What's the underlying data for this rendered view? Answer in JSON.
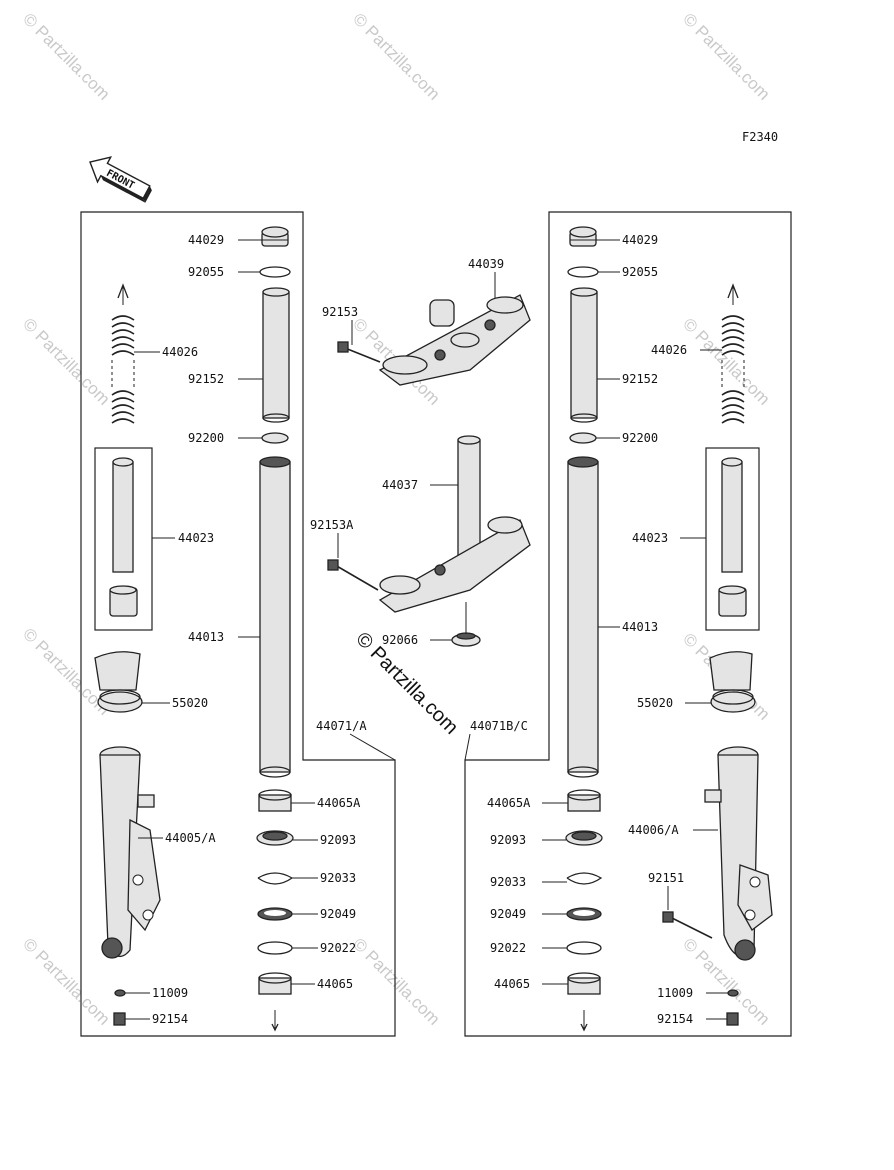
{
  "figure_code": "F2340",
  "front_arrow_label": "FRONT",
  "watermark": "© Partzilla.com",
  "center_watermark": "© Partzilla.com",
  "labels": {
    "l_44029": "44029",
    "l_92055": "92055",
    "l_44026": "44026",
    "l_92152": "92152",
    "l_92200": "92200",
    "l_44023": "44023",
    "l_44013": "44013",
    "l_55020": "55020",
    "l_44005": "44005/A",
    "l_11009": "11009",
    "l_92154": "92154",
    "l_44071": "44071/A",
    "l_44065A": "44065A",
    "l_92093": "92093",
    "l_92033": "92033",
    "l_92049": "92049",
    "l_92022": "92022",
    "l_44065": "44065",
    "c_92153": "92153",
    "c_44039": "44039",
    "c_44037": "44037",
    "c_92153A": "92153A",
    "c_92066": "92066",
    "r_44029": "44029",
    "r_92055": "92055",
    "r_44026": "44026",
    "r_92152": "92152",
    "r_92200": "92200",
    "r_44023": "44023",
    "r_44013": "44013",
    "r_55020": "55020",
    "r_44006": "44006/A",
    "r_92151": "92151",
    "r_11009": "11009",
    "r_92154": "92154",
    "r_44071B": "44071B/C",
    "r_44065A": "44065A",
    "r_92093": "92093",
    "r_92033": "92033",
    "r_92049": "92049",
    "r_92022": "92022",
    "r_44065": "44065"
  }
}
